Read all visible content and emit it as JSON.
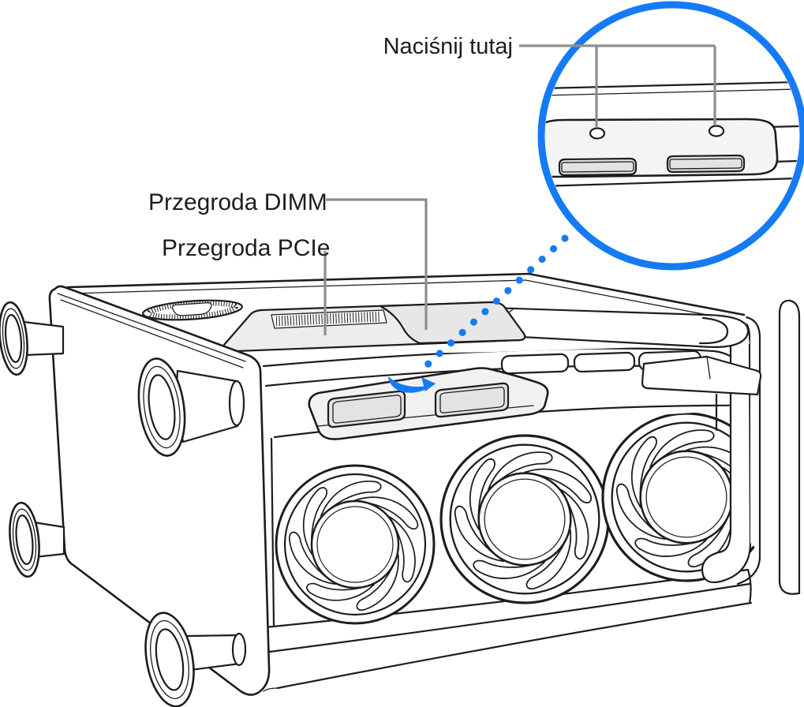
{
  "labels": {
    "press_here": "Naciśnij tutaj",
    "dimm_door": "Przegroda DIMM",
    "pcie_door": "Przegroda PCIe"
  },
  "icons": {
    "callout_circle": "detail-zoom-circle",
    "dotted_leader": "dotted-leader-line",
    "press_arrow": "curved-press-arrow",
    "fan": "cooling-fan",
    "foot": "round-foot"
  },
  "colors": {
    "accent_blue": "#157bf5",
    "ink": "#1d1d1f",
    "leader_gray": "#8e8e8e",
    "cover_gray": "#ededed",
    "cover_gray_dark": "#e7e7e7",
    "latch_gray": "#f1f1f1",
    "slot_gray": "#e3e3e3"
  }
}
